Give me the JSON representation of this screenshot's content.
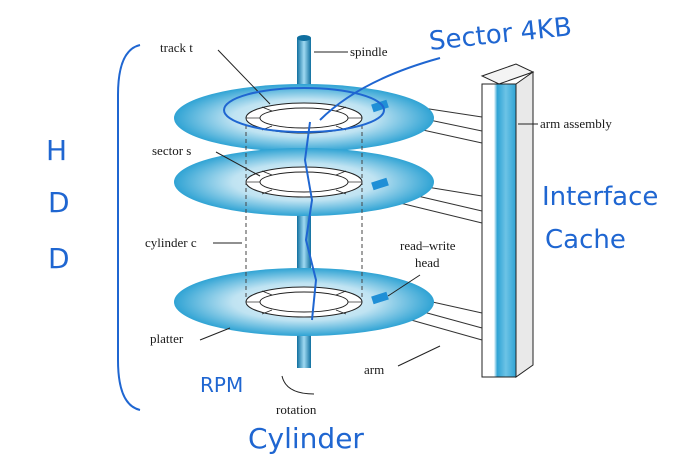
{
  "diagram": {
    "labels": {
      "track": "track t",
      "spindle": "spindle",
      "arm_assembly": "arm assembly",
      "sector": "sector s",
      "cylinder": "cylinder c",
      "read_write": "read–write",
      "head": "head",
      "platter": "platter",
      "arm": "arm",
      "rotation": "rotation"
    },
    "handwriting": {
      "sector_size": "Sector 4KB",
      "h": "H",
      "d1": "D",
      "d2": "D",
      "interface": "Interface",
      "cache": "Cache",
      "rpm": "RPM",
      "cylinder": "Cylinder"
    },
    "colors": {
      "platter_edge": "#2fa3d4",
      "platter_light": "#eaf6fb",
      "ink": "#1f66d1",
      "head": "#1f8fd6"
    }
  }
}
